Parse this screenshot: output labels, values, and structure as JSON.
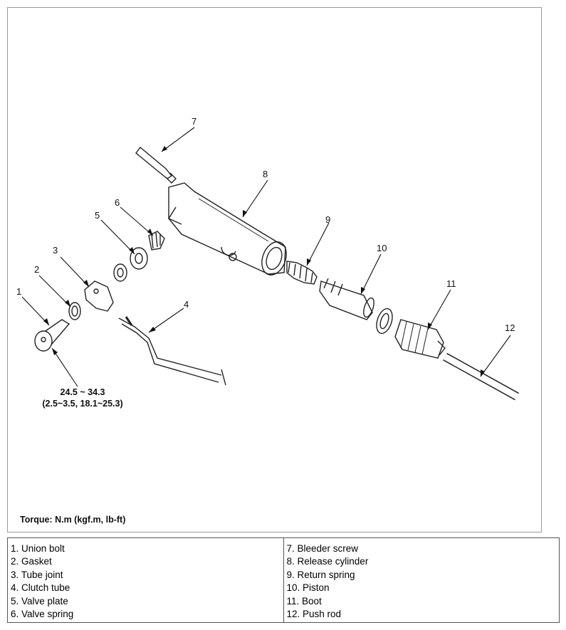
{
  "diagram": {
    "callouts": [
      "1",
      "2",
      "3",
      "4",
      "5",
      "6",
      "7",
      "8",
      "9",
      "10",
      "11",
      "12"
    ],
    "torque_value": "24.5 ~ 34.3",
    "torque_value_alt": "(2.5~3.5, 18.1~25.3)",
    "torque_note": "Torque: N.m (kgf.m, lb-ft)"
  },
  "legend": {
    "left": [
      "1. Union bolt",
      "2. Gasket",
      "3. Tube joint",
      "4. Clutch tube",
      "5. Valve plate",
      "6. Valve spring"
    ],
    "right": [
      "7. Bleeder screw",
      "8. Release cylinder",
      "9. Return spring",
      "10. Piston",
      "11. Boot",
      "12. Push rod"
    ]
  }
}
